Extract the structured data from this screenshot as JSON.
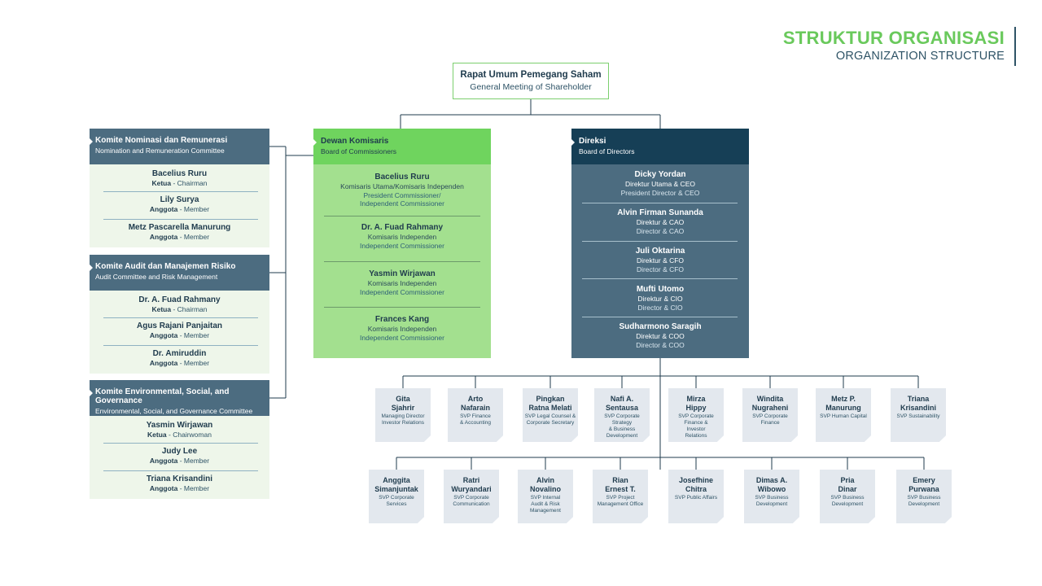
{
  "header": {
    "title": "STRUKTUR ORGANISASI",
    "subtitle": "ORGANIZATION STRUCTURE"
  },
  "rups": {
    "title": "Rapat Umum Pemegang Saham",
    "subtitle": "General Meeting of Shareholder"
  },
  "committees": [
    {
      "title": "Komite Nominasi dan Remunerasi",
      "subtitle": "Nomination and Remuneration Committee",
      "members": [
        {
          "name": "Bacelius Ruru",
          "role_id": "Ketua",
          "role_en": "Chairman"
        },
        {
          "name": "Lily Surya",
          "role_id": "Anggota",
          "role_en": "Member"
        },
        {
          "name": "Metz Pascarella Manurung",
          "role_id": "Anggota",
          "role_en": "Member"
        }
      ]
    },
    {
      "title": "Komite Audit dan Manajemen Risiko",
      "subtitle": "Audit Committee and Risk Management",
      "members": [
        {
          "name": "Dr. A. Fuad Rahmany",
          "role_id": "Ketua",
          "role_en": "Chairman"
        },
        {
          "name": "Agus Rajani Panjaitan",
          "role_id": "Anggota",
          "role_en": "Member"
        },
        {
          "name": "Dr. Amiruddin",
          "role_id": "Anggota",
          "role_en": "Member"
        }
      ]
    },
    {
      "title": "Komite Environmental, Social, and Governance",
      "subtitle": "Environmental, Social, and Governance Committee",
      "members": [
        {
          "name": "Yasmin Wirjawan",
          "role_id": "Ketua",
          "role_en": "Chairwoman"
        },
        {
          "name": "Judy Lee",
          "role_id": "Anggota",
          "role_en": "Member"
        },
        {
          "name": "Triana Krisandini",
          "role_id": "Anggota",
          "role_en": "Member"
        }
      ]
    }
  ],
  "commissioners": {
    "title": "Dewan Komisaris",
    "subtitle": "Board of Commissioners",
    "members": [
      {
        "name": "Bacelius Ruru",
        "role_id": "Komisaris Utama/Komisaris Independen",
        "role_en": "President Commissioner/",
        "role_en2": "Independent Commissioner"
      },
      {
        "name": "Dr. A. Fuad Rahmany",
        "role_id": "Komisaris Independen",
        "role_en": "Independent Commissioner"
      },
      {
        "name": "Yasmin Wirjawan",
        "role_id": "Komisaris Independen",
        "role_en": "Independent Commissioner"
      },
      {
        "name": "Frances Kang",
        "role_id": "Komisaris Independen",
        "role_en": "Independent Commissioner"
      }
    ]
  },
  "directors": {
    "title": "Direksi",
    "subtitle": "Board of Directors",
    "members": [
      {
        "name": "Dicky Yordan",
        "role_id": "Direktur Utama & CEO",
        "role_en": "President Director & CEO"
      },
      {
        "name": "Alvin Firman Sunanda",
        "role_id": "Direktur & CAO",
        "role_en": "Director & CAO"
      },
      {
        "name": "Juli Oktarina",
        "role_id": "Direktur & CFO",
        "role_en": "Director & CFO"
      },
      {
        "name": "Mufti Utomo",
        "role_id": "Direktur & CIO",
        "role_en": "Director & CIO"
      },
      {
        "name": "Sudharmono Saragih",
        "role_id": "Direktur & COO",
        "role_en": "Director & COO"
      }
    ]
  },
  "svp_row1": [
    {
      "n1": "Gita",
      "n2": "Sjahrir",
      "r": [
        "Managing Director",
        "Investor Relations"
      ]
    },
    {
      "n1": "Arto",
      "n2": "Nafarain",
      "r": [
        "SVP Finance",
        "& Accounting"
      ]
    },
    {
      "n1": "Pingkan",
      "n2": "Ratna Melati",
      "r": [
        "SVP Legal Counsel &",
        "Corporate Secretary"
      ]
    },
    {
      "n1": "Nafi A.",
      "n2": "Sentausa",
      "r": [
        "SVP Corporate",
        "Strategy",
        "& Business",
        "Development"
      ]
    },
    {
      "n1": "Mirza",
      "n2": "Hippy",
      "r": [
        "SVP Corporate",
        "Finance &",
        "Investor",
        "Relations"
      ]
    },
    {
      "n1": "Windita",
      "n2": "Nugraheni",
      "r": [
        "SVP Corporate",
        "Finance"
      ]
    },
    {
      "n1": "Metz P.",
      "n2": "Manurung",
      "r": [
        "SVP Human Capital"
      ]
    },
    {
      "n1": "Triana",
      "n2": "Krisandini",
      "r": [
        "SVP Sustainability"
      ]
    }
  ],
  "svp_row2": [
    {
      "n1": "Anggita",
      "n2": "Simanjuntak",
      "r": [
        "SVP Corporate",
        "Services"
      ]
    },
    {
      "n1": "Ratri",
      "n2": "Wuryandari",
      "r": [
        "SVP Corporate",
        "Communication"
      ]
    },
    {
      "n1": "Alvin",
      "n2": "Novalino",
      "r": [
        "SVP Internal",
        "Audit & Risk",
        "Management"
      ]
    },
    {
      "n1": "Rian",
      "n2": "Ernest T.",
      "r": [
        "SVP Project",
        "Management Office"
      ]
    },
    {
      "n1": "Josefhine",
      "n2": "Chitra",
      "r": [
        "SVP Public Affairs"
      ]
    },
    {
      "n1": "Dimas A.",
      "n2": "Wibowo",
      "r": [
        "SVP Business",
        "Development"
      ]
    },
    {
      "n1": "Pria",
      "n2": "Dinar",
      "r": [
        "SVP Business",
        "Development"
      ]
    },
    {
      "n1": "Emery",
      "n2": "Purwana",
      "r": [
        "SVP Business",
        "Development"
      ]
    }
  ]
}
